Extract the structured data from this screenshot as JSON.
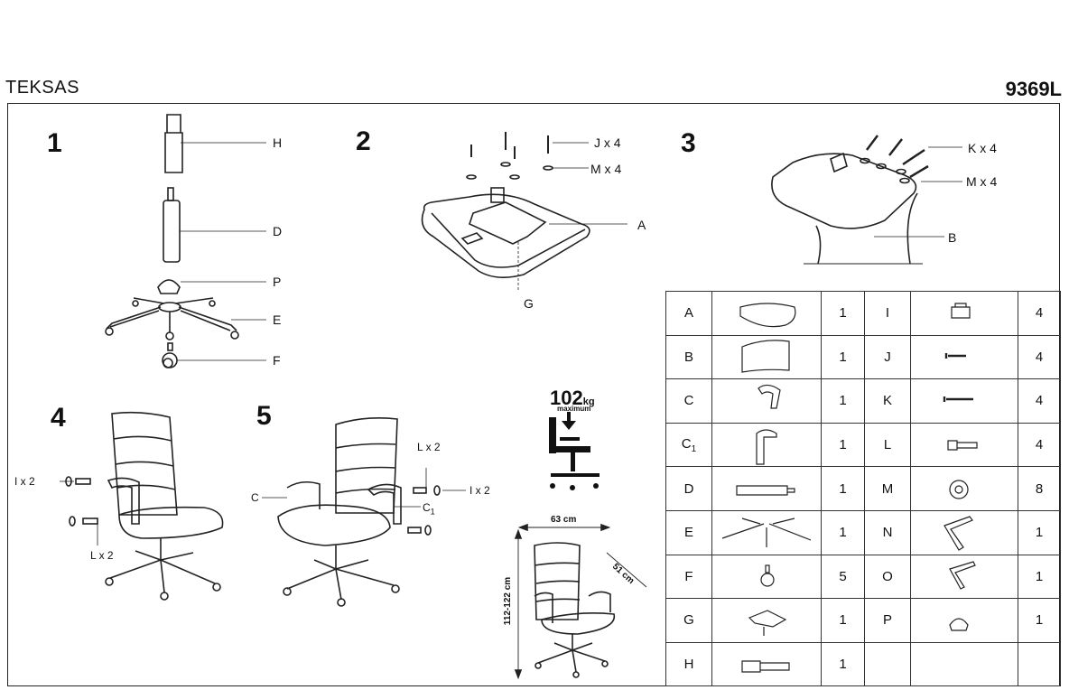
{
  "header": {
    "product_name": "TEKSAS",
    "product_code": "9369L"
  },
  "steps": {
    "s1": {
      "number": "1",
      "labels": {
        "h": "H",
        "d": "D",
        "p": "P",
        "e": "E",
        "f": "F"
      }
    },
    "s2": {
      "number": "2",
      "labels": {
        "j": "J x 4",
        "m": "M x 4",
        "a": "A",
        "g": "G"
      }
    },
    "s3": {
      "number": "3",
      "labels": {
        "k": "K x 4",
        "m": "M x 4",
        "b": "B"
      }
    },
    "s4": {
      "number": "4",
      "labels": {
        "i": "I x 2",
        "l": "L x 2"
      }
    },
    "s5": {
      "number": "5",
      "labels": {
        "l": "L x 2",
        "i": "I x 2",
        "c": "C",
        "c1": "C",
        "c1_sub": "1"
      }
    }
  },
  "capacity": {
    "value": "102",
    "unit": "kg",
    "note": "maximum"
  },
  "dimensions": {
    "width": "63 cm",
    "depth": "51 cm",
    "height": "112-122 cm"
  },
  "parts": [
    {
      "left": {
        "letter": "A",
        "qty": "1"
      },
      "right": {
        "letter": "I",
        "qty": "4"
      }
    },
    {
      "left": {
        "letter": "B",
        "qty": "1"
      },
      "right": {
        "letter": "J",
        "qty": "4"
      }
    },
    {
      "left": {
        "letter": "C",
        "qty": "1"
      },
      "right": {
        "letter": "K",
        "qty": "4"
      }
    },
    {
      "left": {
        "letter": "C",
        "sub": "1",
        "qty": "1"
      },
      "right": {
        "letter": "L",
        "qty": "4"
      }
    },
    {
      "left": {
        "letter": "D",
        "qty": "1"
      },
      "right": {
        "letter": "M",
        "qty": "8"
      }
    },
    {
      "left": {
        "letter": "E",
        "qty": "1"
      },
      "right": {
        "letter": "N",
        "qty": "1"
      }
    },
    {
      "left": {
        "letter": "F",
        "qty": "5"
      },
      "right": {
        "letter": "O",
        "qty": "1"
      }
    },
    {
      "left": {
        "letter": "G",
        "qty": "1"
      },
      "right": {
        "letter": "P",
        "qty": "1"
      }
    },
    {
      "left": {
        "letter": "H",
        "qty": "1"
      },
      "right": {
        "letter": "",
        "qty": ""
      }
    }
  ]
}
